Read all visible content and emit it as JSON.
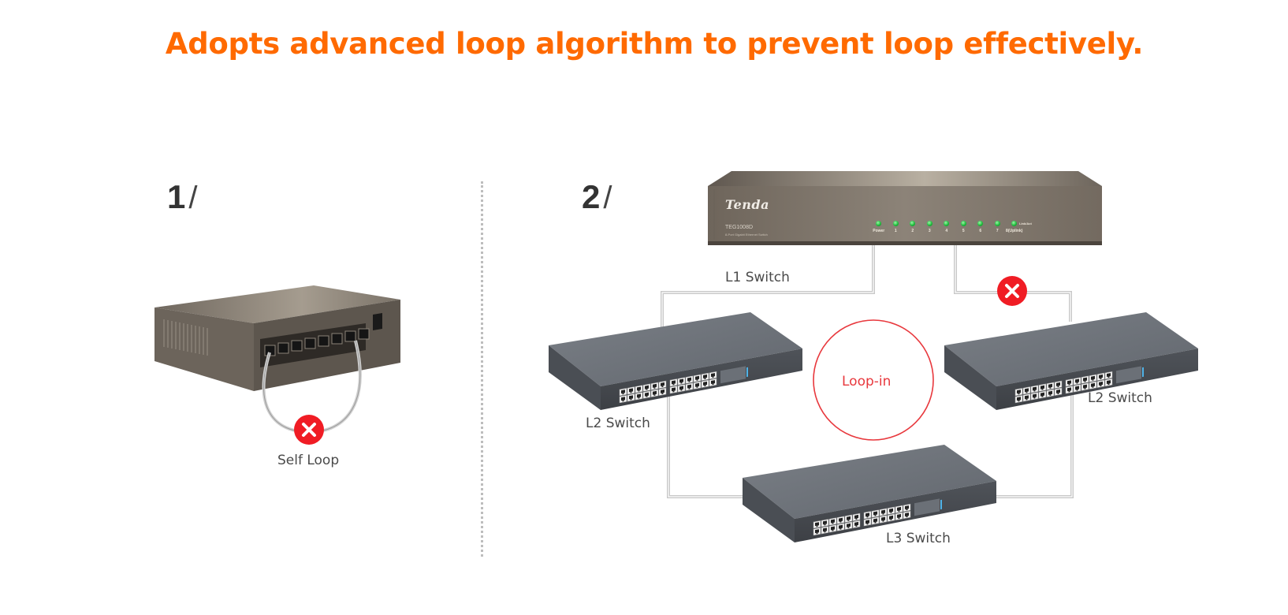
{
  "headline": "Adopts advanced loop algorithm to prevent loop effectively.",
  "colors": {
    "headline": "#ff6a00",
    "error_badge": "#f01c24",
    "loop_circle": "#e8383d",
    "cable": "#c8c8c8",
    "tenda_body": "#7d746a",
    "switch_body": "#6c7077"
  },
  "panel1": {
    "step": "1",
    "step_suffix": "/",
    "caption": "Self Loop",
    "error_icon": "x-circle-icon"
  },
  "panel2": {
    "step": "2",
    "step_suffix": "/",
    "core_switch": {
      "brand": "Tenda",
      "model": "TEG1008D",
      "model_subtitle": "8-Port Gigabit Ethernet Switch",
      "leds": [
        "Power",
        "1",
        "2",
        "3",
        "4",
        "5",
        "6",
        "7",
        "8(Uplink)"
      ],
      "led_extra": "Link/Act"
    },
    "labels": {
      "l1": "L1 Switch",
      "l2_left": "L2 Switch",
      "l2_right": "L2 Switch",
      "l3": "L3 Switch",
      "loop": "Loop-in"
    },
    "error_icon": "x-circle-icon"
  }
}
